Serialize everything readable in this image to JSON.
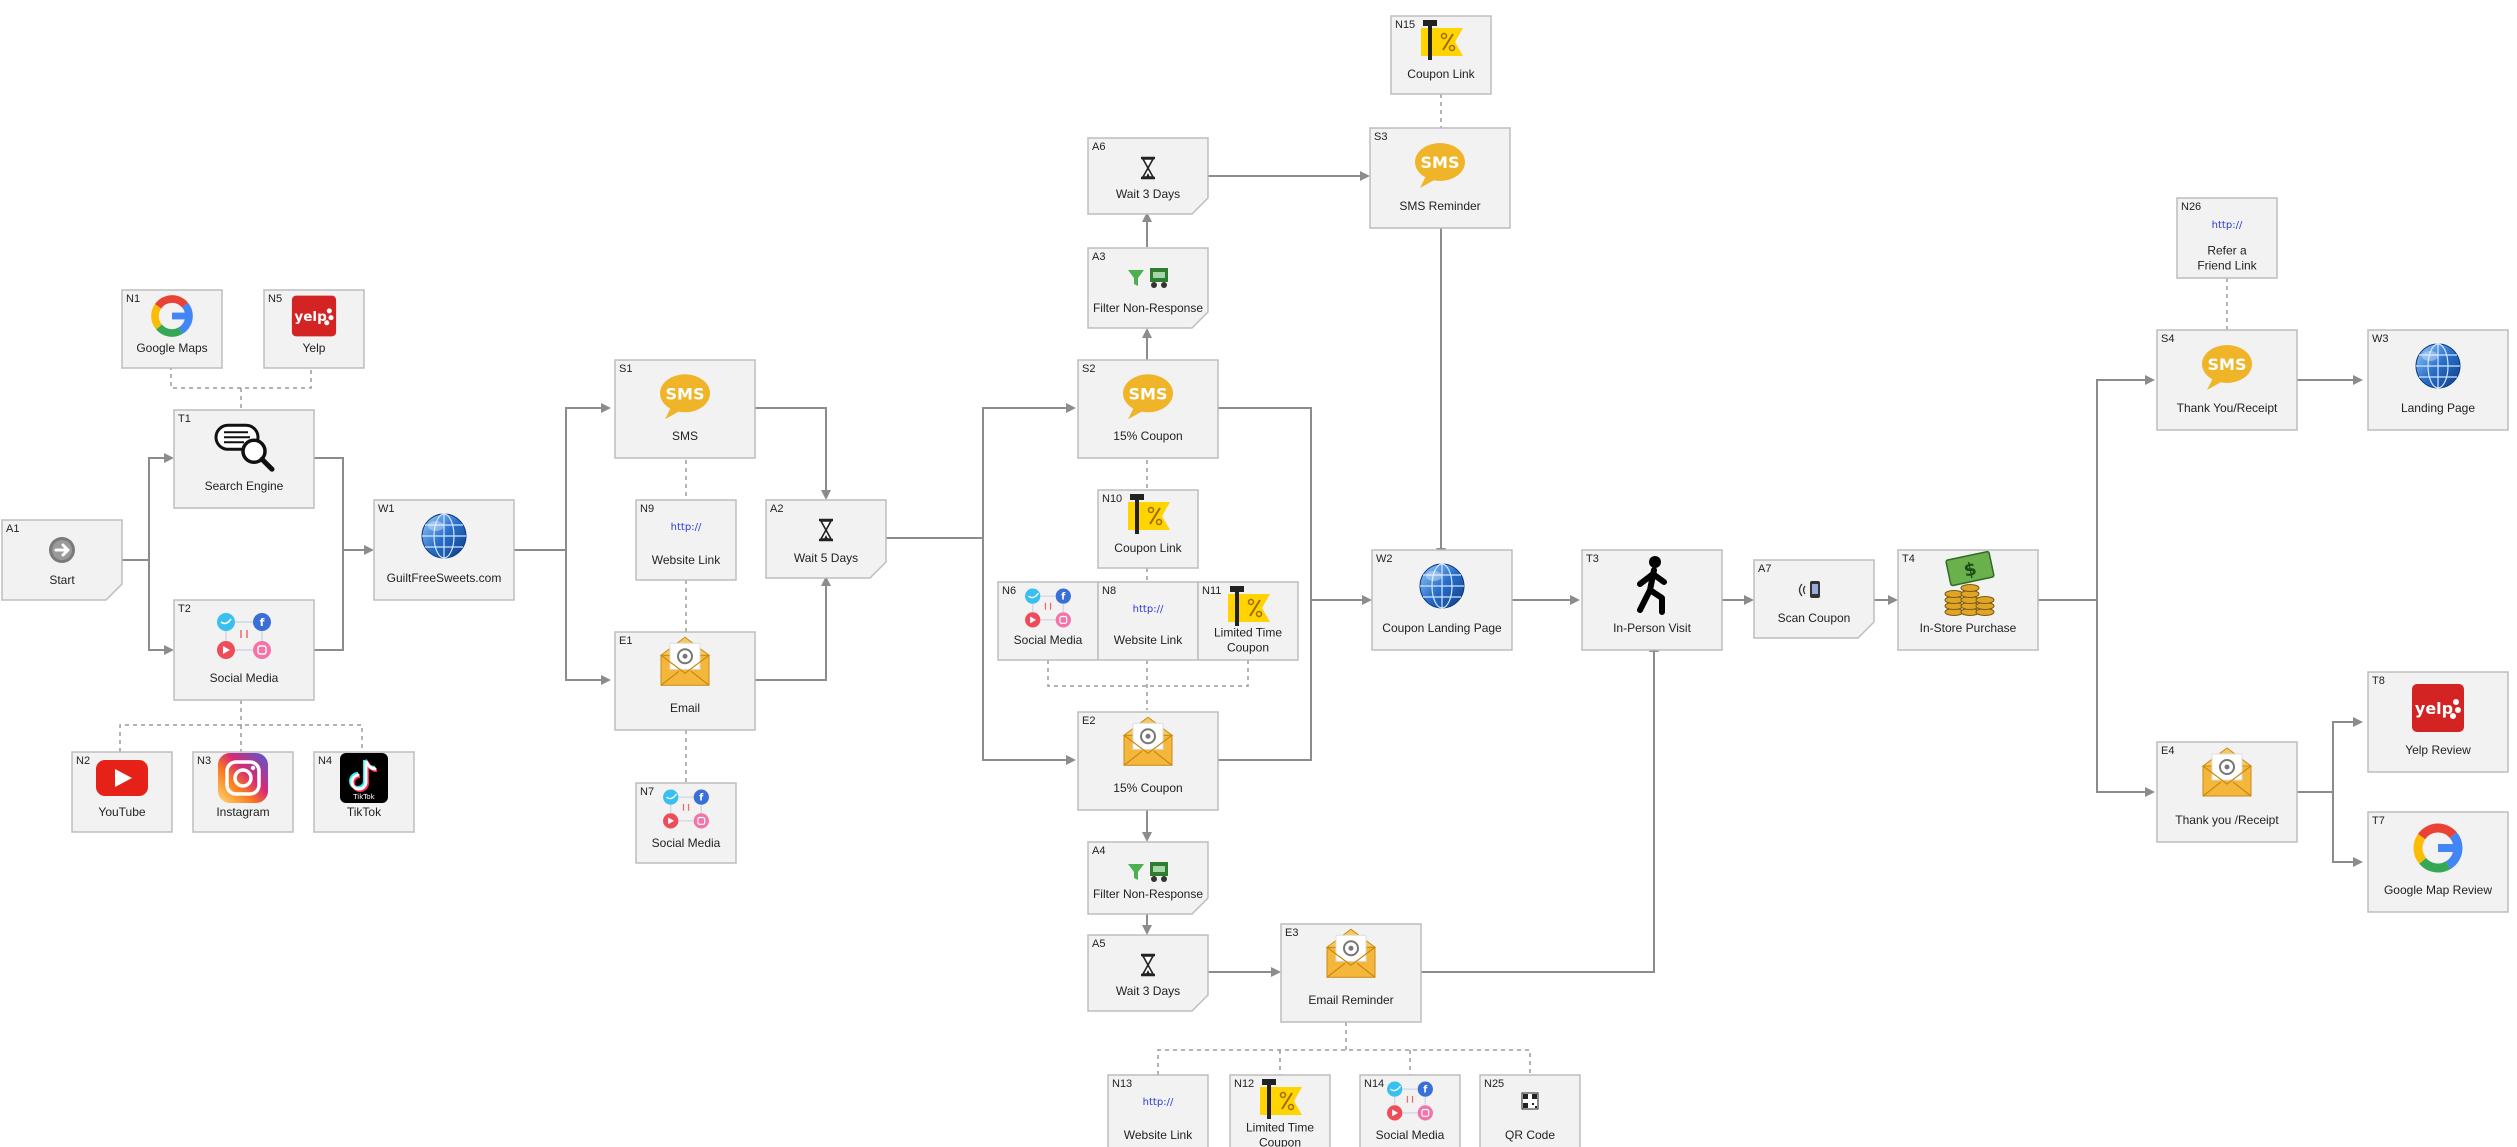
{
  "nodes": {
    "A1": {
      "id": "A1",
      "label": "Start",
      "icon": "arrow-right-circle-icon"
    },
    "N1": {
      "id": "N1",
      "label": "Google Maps",
      "icon": "google-icon"
    },
    "N5": {
      "id": "N5",
      "label": "Yelp",
      "icon": "yelp-icon"
    },
    "T1": {
      "id": "T1",
      "label": "Search Engine",
      "icon": "search-engine-icon"
    },
    "T2": {
      "id": "T2",
      "label": "Social Media",
      "icon": "social-media-icon"
    },
    "N2": {
      "id": "N2",
      "label": "YouTube",
      "icon": "youtube-icon"
    },
    "N3": {
      "id": "N3",
      "label": "Instagram",
      "icon": "instagram-icon"
    },
    "N4": {
      "id": "N4",
      "label": "TikTok",
      "icon": "tiktok-icon"
    },
    "W1": {
      "id": "W1",
      "label": "GuiltFreeSweets.com",
      "icon": "globe-icon"
    },
    "S1": {
      "id": "S1",
      "label": "SMS",
      "icon": "sms-icon"
    },
    "N9": {
      "id": "N9",
      "label": "Website Link",
      "icon": "link-icon"
    },
    "E1": {
      "id": "E1",
      "label": "Email",
      "icon": "email-icon"
    },
    "N7": {
      "id": "N7",
      "label": "Social Media",
      "icon": "social-media-icon"
    },
    "A2": {
      "id": "A2",
      "label": "Wait 5 Days",
      "icon": "hourglass-icon"
    },
    "S2": {
      "id": "S2",
      "label": "15% Coupon",
      "icon": "sms-icon"
    },
    "A3": {
      "id": "A3",
      "label": "Filter Non-Response",
      "icon": "filter-icon"
    },
    "A6": {
      "id": "A6",
      "label": "Wait 3 Days",
      "icon": "hourglass-icon"
    },
    "N10": {
      "id": "N10",
      "label": "Coupon Link",
      "icon": "coupon-icon"
    },
    "N6": {
      "id": "N6",
      "label": "Social Media",
      "icon": "social-media-icon"
    },
    "N8": {
      "id": "N8",
      "label": "Website Link",
      "icon": "link-icon"
    },
    "N11": {
      "id": "N11",
      "label": "Limited Time Coupon",
      "icon": "coupon-icon"
    },
    "E2": {
      "id": "E2",
      "label": "15% Coupon",
      "icon": "email-icon"
    },
    "A4": {
      "id": "A4",
      "label": "Filter Non-Response",
      "icon": "filter-icon"
    },
    "A5": {
      "id": "A5",
      "label": "Wait 3 Days",
      "icon": "hourglass-icon"
    },
    "E3": {
      "id": "E3",
      "label": "Email Reminder",
      "icon": "email-icon"
    },
    "N13": {
      "id": "N13",
      "label": "Website Link",
      "icon": "link-icon"
    },
    "N12": {
      "id": "N12",
      "label": "Limited Time Coupon",
      "icon": "coupon-icon"
    },
    "N14": {
      "id": "N14",
      "label": "Social Media",
      "icon": "social-media-icon"
    },
    "N25": {
      "id": "N25",
      "label": "QR Code",
      "icon": "qr-code-icon"
    },
    "N15": {
      "id": "N15",
      "label": "Coupon Link",
      "icon": "coupon-icon"
    },
    "S3": {
      "id": "S3",
      "label": "SMS Reminder",
      "icon": "sms-icon"
    },
    "W2": {
      "id": "W2",
      "label": "Coupon Landing Page",
      "icon": "globe-icon"
    },
    "T3": {
      "id": "T3",
      "label": "In-Person Visit",
      "icon": "walking-person-icon"
    },
    "A7": {
      "id": "A7",
      "label": "Scan Coupon",
      "icon": "phone-scan-icon"
    },
    "T4": {
      "id": "T4",
      "label": "In-Store Purchase",
      "icon": "money-icon"
    },
    "N26": {
      "id": "N26",
      "label": "Refer a Friend Link",
      "icon": "link-icon"
    },
    "S4": {
      "id": "S4",
      "label": "Thank You/Receipt",
      "icon": "sms-icon"
    },
    "W3": {
      "id": "W3",
      "label": "Landing Page",
      "icon": "globe-icon"
    },
    "E4": {
      "id": "E4",
      "label": "Thank you /Receipt",
      "icon": "email-icon"
    },
    "T8": {
      "id": "T8",
      "label": "Yelp Review",
      "icon": "yelp-icon"
    },
    "T7": {
      "id": "T7",
      "label": "Google Map Review",
      "icon": "google-icon"
    }
  },
  "icon_text": {
    "sms": "SMS",
    "yelp": "yelp",
    "link": "http://",
    "tiktok": "TikTok"
  },
  "colors": {
    "sms": "#f0b429",
    "google_blue": "#4285F4",
    "google_red": "#EA4335",
    "google_yellow": "#FBBC05",
    "google_green": "#34A853",
    "yelp_red": "#d32323",
    "youtube_red": "#e62117",
    "coupon_yellow": "#ffd400",
    "globe_blue": "#2a6fc9",
    "money_green": "#6ab04c",
    "coin_gold": "#e0a526"
  }
}
